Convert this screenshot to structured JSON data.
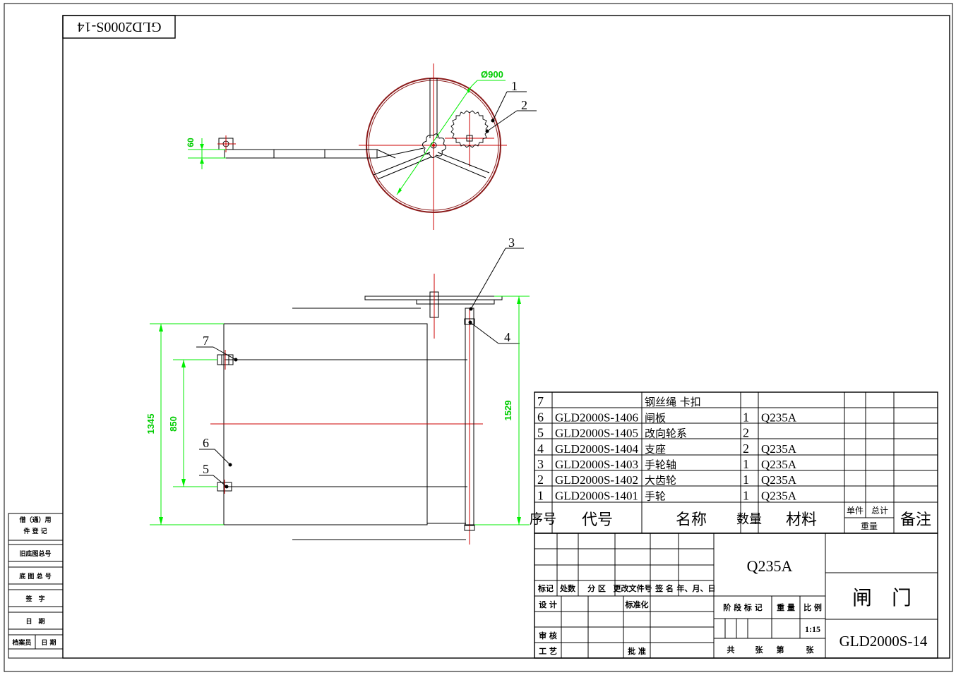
{
  "drawing_number_mirrored": "GLD2000S-14",
  "top_view": {
    "dim_diameter": "Ø900",
    "dim_height": "60",
    "leader_1": "1",
    "leader_2": "2"
  },
  "front_view": {
    "leader_3": "3",
    "leader_4": "4",
    "leader_5": "5",
    "leader_6": "6",
    "leader_7": "7",
    "dim_1345": "1345",
    "dim_850": "850",
    "dim_1529": "1529"
  },
  "left_strip": {
    "row1": "借（通）用",
    "row1b": "件 登 记",
    "row2": "旧底图总号",
    "row3": "底 图 总 号",
    "row4": "签　字",
    "row5": "日　期",
    "row6a": "档案员",
    "row6b": "日 期"
  },
  "bom": {
    "rows": [
      {
        "no": "7",
        "code": "",
        "name": "钢丝绳 卡扣",
        "qty": "",
        "mat": ""
      },
      {
        "no": "6",
        "code": "GLD2000S-1406",
        "name": "闸板",
        "qty": "1",
        "mat": "Q235A"
      },
      {
        "no": "5",
        "code": "GLD2000S-1405",
        "name": "改向轮系",
        "qty": "2",
        "mat": ""
      },
      {
        "no": "4",
        "code": "GLD2000S-1404",
        "name": "支座",
        "qty": "2",
        "mat": "Q235A"
      },
      {
        "no": "3",
        "code": "GLD2000S-1403",
        "name": "手轮轴",
        "qty": "1",
        "mat": "Q235A"
      },
      {
        "no": "2",
        "code": "GLD2000S-1402",
        "name": "大齿轮",
        "qty": "1",
        "mat": "Q235A"
      },
      {
        "no": "1",
        "code": "GLD2000S-1401",
        "name": "手轮",
        "qty": "1",
        "mat": "Q235A"
      }
    ],
    "header": {
      "no": "序号",
      "code": "代号",
      "name": "名称",
      "qty": "数量",
      "mat": "材料",
      "unit": "单件",
      "total": "总计",
      "weight": "重量",
      "remark": "备注"
    }
  },
  "title_block": {
    "material": "Q235A",
    "part_name": "闸　门",
    "drawing_no": "GLD2000S-14",
    "mark": "标记",
    "count": "处数",
    "zone": "分 区",
    "change_doc": "更改文件号",
    "sign": "签 名",
    "date": "年、月、日",
    "design": "设 计",
    "standard": "标准化",
    "check": "审 核",
    "process": "工 艺",
    "approve": "批 准",
    "stage": "阶 段 标 记",
    "weight": "重 量",
    "scale_label": "比 例",
    "scale": "1:15",
    "total_sheets": "共",
    "sheets_label": "张",
    "sheet_no": "第",
    "sheet_label": "张"
  }
}
